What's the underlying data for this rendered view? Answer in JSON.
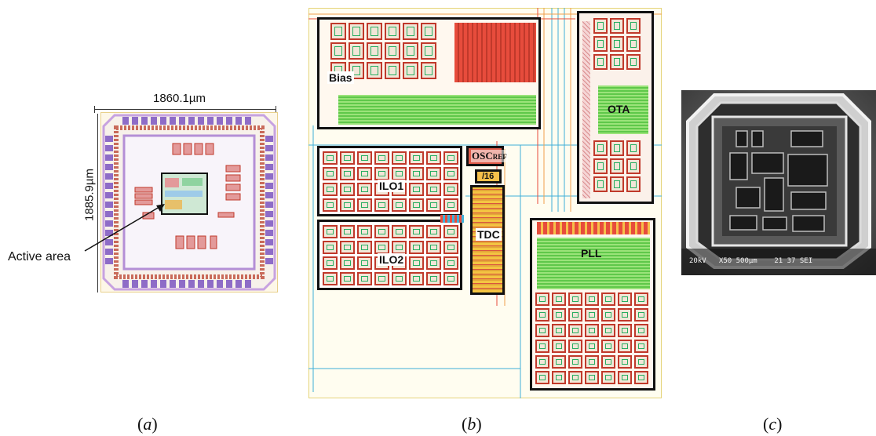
{
  "panel_a": {
    "width_dim": "1860.1µm",
    "height_dim": "1885.9µm",
    "arrow_label": "Active area",
    "caption_letter": "a"
  },
  "panel_b": {
    "blocks": {
      "bias": "Bias",
      "ota": "OTA",
      "ilo1": "ILO1",
      "ilo2": "ILO2",
      "osc": "OSC",
      "osc_sub": "REF",
      "div": "/16",
      "tdc": "TDC",
      "pll": "PLL"
    },
    "caption_letter": "b"
  },
  "panel_c": {
    "sem_info": "20kV   X50 500µm    21 37 SEI",
    "caption_letter": "c"
  },
  "colors": {
    "layout_red": "#c0392b",
    "layout_green": "#5fc84a",
    "pad_purple": "#8e6cc7",
    "block_border": "#111111"
  }
}
